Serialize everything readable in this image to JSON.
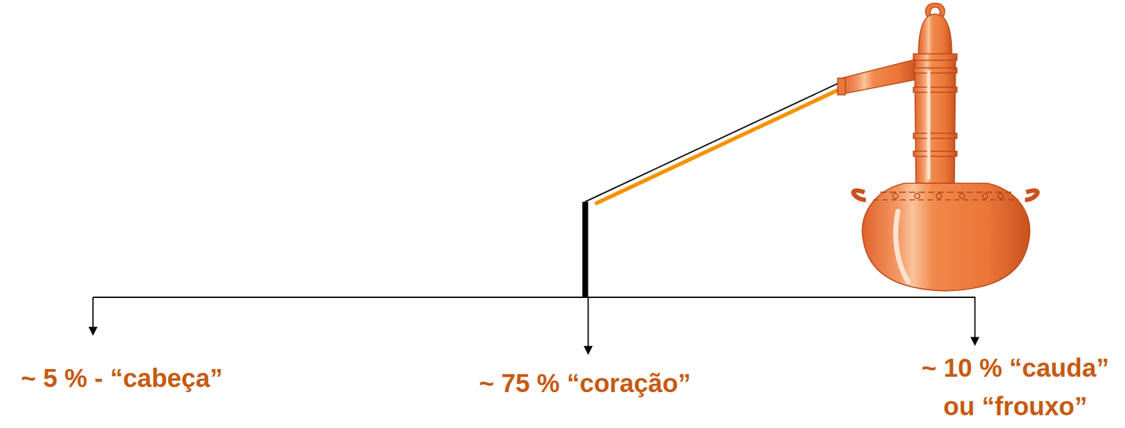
{
  "diagram": {
    "labels": [
      "~ 5 % - “cabeça”",
      "~ 75 % “coração”",
      "~ 10 % “cauda” ou “frouxo”"
    ]
  }
}
